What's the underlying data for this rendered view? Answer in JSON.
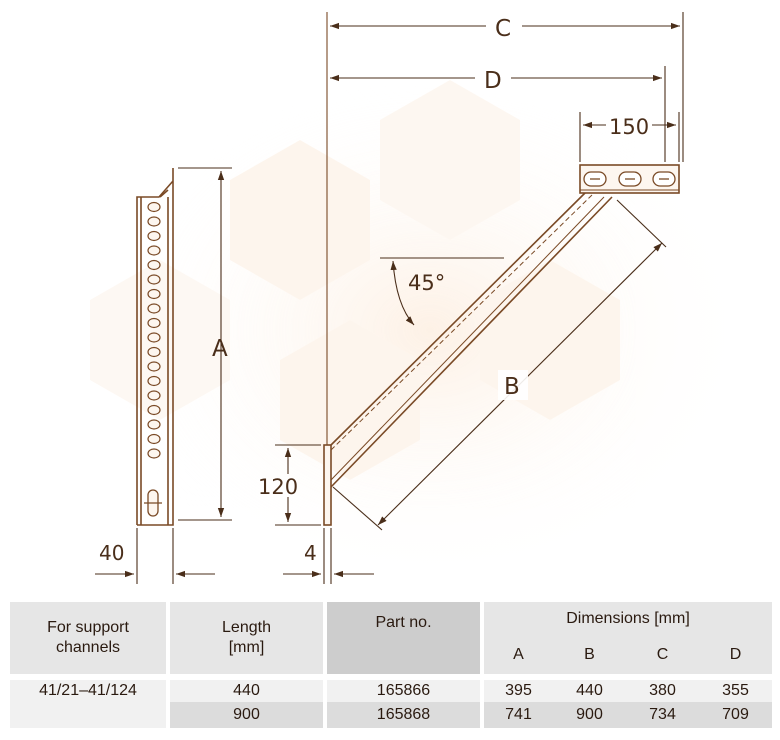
{
  "drawing": {
    "labels": {
      "C": "C",
      "D": "D",
      "w150": "150",
      "angle": "45°",
      "B": "B",
      "A": "A",
      "h120": "120",
      "w40": "40",
      "w4": "4"
    },
    "line_color": "#7a4a26"
  },
  "table": {
    "header": {
      "support": "For support channels",
      "length": "Length [mm]",
      "part": "Part no.",
      "dimensions": "Dimensions [mm]",
      "dim_cols": [
        "A",
        "B",
        "C",
        "D"
      ]
    },
    "rows": [
      {
        "support": "41/21–41/124",
        "length": "440",
        "part": "165866",
        "A": "395",
        "B": "440",
        "C": "380",
        "D": "355"
      },
      {
        "support": "",
        "length": "900",
        "part": "165868",
        "A": "741",
        "B": "900",
        "C": "734",
        "D": "709"
      }
    ]
  }
}
